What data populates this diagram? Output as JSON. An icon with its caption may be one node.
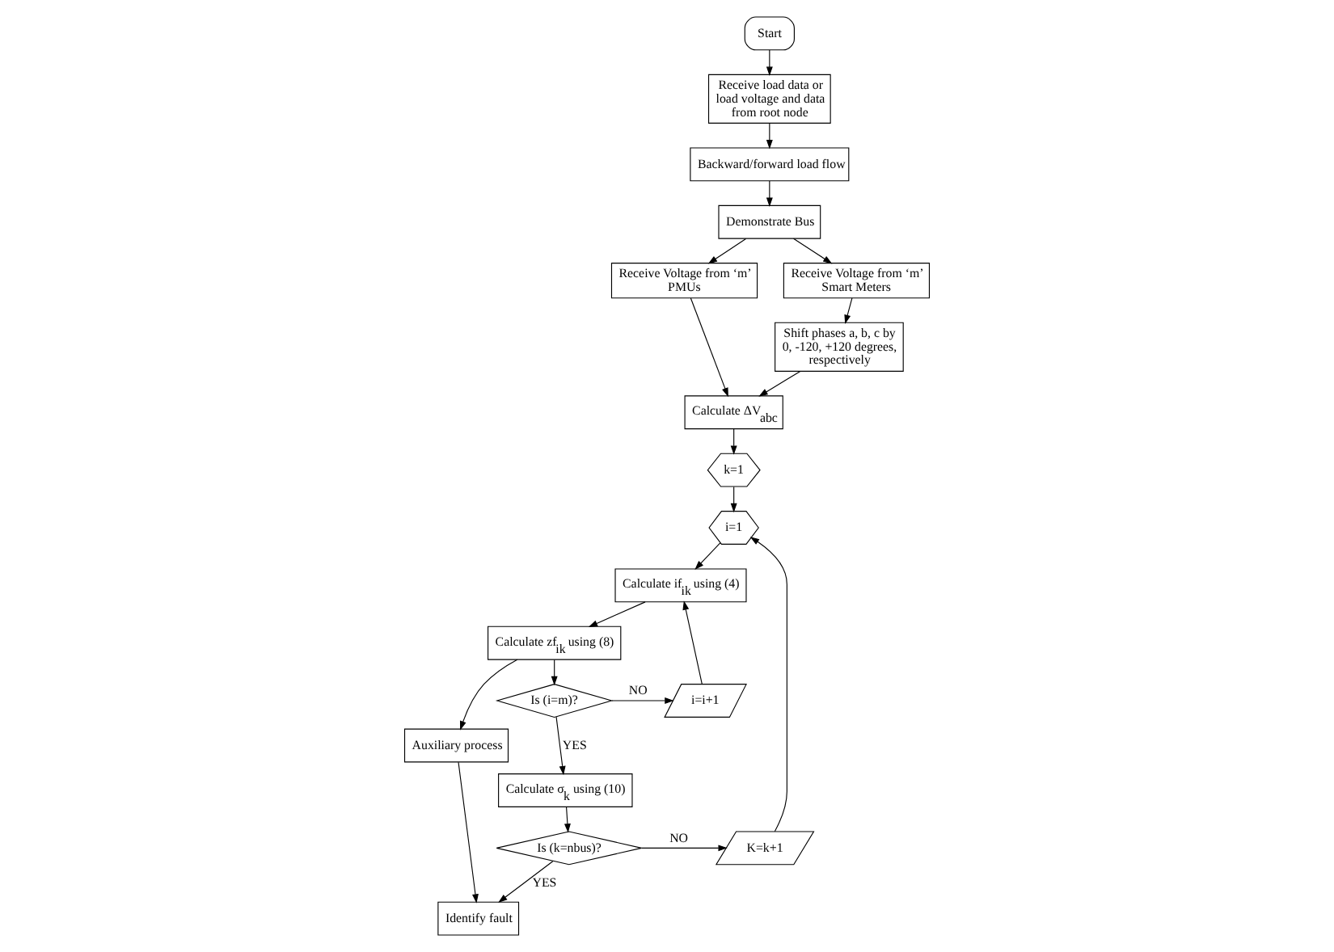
{
  "diagram": {
    "nodes": [
      {
        "text": [
          "Start"
        ]
      },
      {
        "text": [
          "Receive load data or load voltage and data from root node"
        ]
      },
      {
        "text": [
          "Backward/forward load flow"
        ]
      },
      {
        "text": [
          "Demonstrate Bus"
        ]
      },
      {
        "text": [
          "Receive Voltage from ‘m’ PMUs"
        ]
      },
      {
        "text": [
          "Receive Voltage from ‘m’ Smart Meters"
        ]
      },
      {
        "text": [
          "Shift phases a, b, c by 0, -120, +120 degrees, respectively"
        ]
      },
      {
        "text": [
          "Calculate ΔV$_{abc}$"
        ]
      },
      {
        "text": [
          "k=1"
        ]
      },
      {
        "text": [
          "i=1"
        ]
      },
      {
        "text": [
          "Calculate if$_{ik}$ using (4)"
        ]
      },
      {
        "text": [
          "Calculate zf$_{ik}$ using (8)"
        ]
      },
      {
        "text": [
          "Auxiliary process"
        ]
      },
      {
        "text": [
          "Is (i=m)?"
        ]
      },
      {
        "text": [
          "i=i+1"
        ]
      },
      {
        "text": [
          "Calculate σ$_{k}$ using (10)"
        ]
      },
      {
        "text": [
          "Is (k=nbus)?"
        ]
      },
      {
        "text": [
          "K=k+1"
        ]
      },
      {
        "text": [
          "Identify fault"
        ]
      }
    ],
    "edges": [
      {
        "from": 0,
        "to": 1,
        "arrow": "to"
      },
      {
        "from": 1,
        "to": 2,
        "arrow": "to"
      },
      {
        "from": 2,
        "to": 3,
        "arrow": "to"
      },
      {
        "from": 3,
        "to": 4,
        "arrow": "to"
      },
      {
        "from": 3,
        "to": 5,
        "arrow": "to"
      },
      {
        "from": 5,
        "to": 6,
        "arrow": "to"
      },
      {
        "from": 4,
        "to": 7,
        "arrow": "to"
      },
      {
        "from": 6,
        "to": 7,
        "arrow": "to"
      },
      {
        "from": 7,
        "to": 8,
        "arrow": "to"
      },
      {
        "from": 8,
        "to": 9,
        "arrow": "to"
      },
      {
        "from": 9,
        "to": 10,
        "arrow": "to"
      },
      {
        "from": 10,
        "to": 11,
        "arrow": "to"
      },
      {
        "from": 11,
        "to": 12,
        "arrow": "to"
      },
      {
        "from": 11,
        "to": 13,
        "arrow": "to"
      },
      {
        "from": 13,
        "to": 14,
        "label": "NO",
        "arrow": "to"
      },
      {
        "from": 14,
        "to": 10,
        "arrow": "to"
      },
      {
        "from": 13,
        "to": 15,
        "label": "YES",
        "arrow": "to"
      },
      {
        "from": 15,
        "to": 16,
        "arrow": "to"
      },
      {
        "from": 16,
        "to": 17,
        "label": "NO",
        "arrow": "to"
      },
      {
        "from": 17,
        "to": 9,
        "arrow": "to"
      },
      {
        "from": 16,
        "to": 18,
        "label": "YES",
        "arrow": "to"
      },
      {
        "from": 12,
        "to": 18,
        "arrow": "to"
      }
    ]
  }
}
